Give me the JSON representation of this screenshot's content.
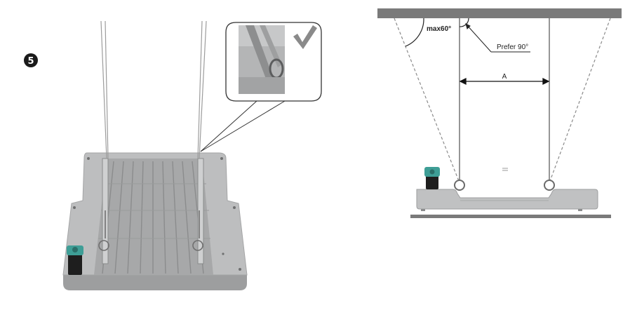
{
  "step": {
    "number": "5"
  },
  "callout": {
    "icon": "checkmark-icon"
  },
  "side_view": {
    "angle_max_label": "max60°",
    "angle_prefer_label": "Prefer 90°",
    "distance_label": "A"
  },
  "colors": {
    "fixture_body": "#b9babb",
    "fixture_dark": "#8f9091",
    "ceiling_bar": "#7a7a7a",
    "connector_teal": "#3e9e96",
    "wire": "#9a9a9a"
  }
}
